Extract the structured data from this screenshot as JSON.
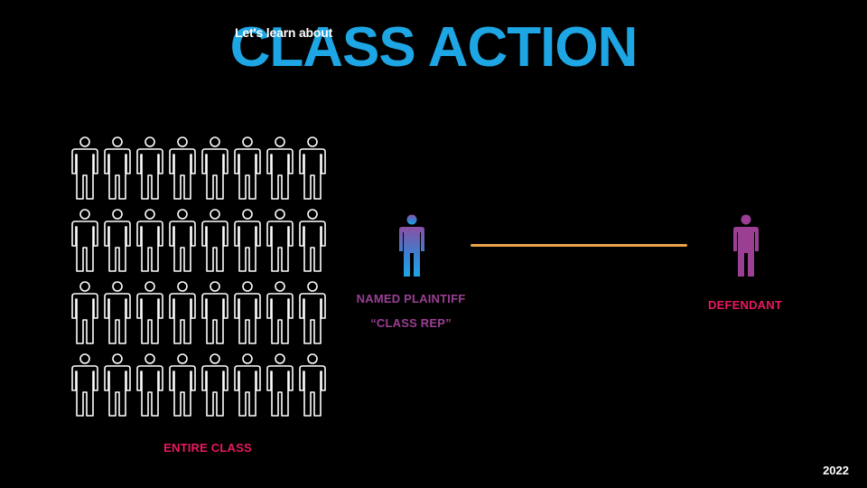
{
  "slide": {
    "kicker": "Let's learn about",
    "title": "CLASS ACTION",
    "year": "2022"
  },
  "diagram": {
    "class_label": "ENTIRE CLASS",
    "plaintiff_label": "NAMED PLAINTIFF",
    "plaintiff_sublabel": "“CLASS REP”",
    "defendant_label": "DEFENDANT",
    "class_rows": 4,
    "class_cols": 8
  },
  "colors": {
    "title": "#1ea6e4",
    "accent_pink": "#e8195f",
    "accent_purple": "#9a3f93",
    "connector": "#e8a34a",
    "outline": "#ffffff"
  },
  "icons": {
    "class_member": "person-outline-icon",
    "plaintiff": "person-gradient-icon",
    "defendant": "person-solid-icon"
  }
}
